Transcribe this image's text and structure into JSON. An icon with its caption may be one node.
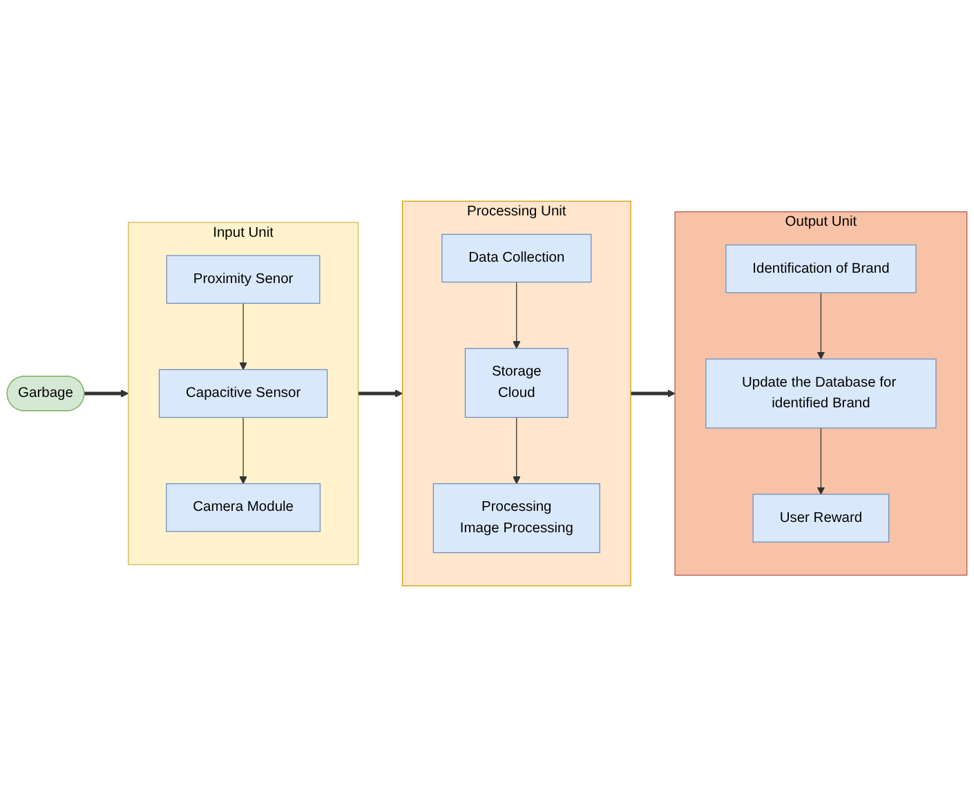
{
  "diagram": {
    "nodes": [
      {
        "text": [
          "Garbage"
        ]
      },
      {
        "text": [
          "Input Unit"
        ]
      },
      {
        "text": [
          "Proximity Senor"
        ],
        "in": 1
      },
      {
        "text": [
          "Capacitive Sensor"
        ],
        "in": 1
      },
      {
        "text": [
          "Camera Module"
        ],
        "in": 1
      },
      {
        "text": [
          "Processing Unit"
        ]
      },
      {
        "text": [
          "Data Collection"
        ],
        "in": 5
      },
      {
        "text": [
          "Storage",
          "Cloud"
        ],
        "in": 5
      },
      {
        "text": [
          "Processing",
          "Image Processing"
        ],
        "in": 5
      },
      {
        "text": [
          "Output Unit"
        ]
      },
      {
        "text": [
          "Identification of Brand"
        ],
        "in": 9
      },
      {
        "text": [
          "Update the Database for identified Brand"
        ],
        "in": 9
      },
      {
        "text": [
          "User Reward"
        ],
        "in": 9
      }
    ],
    "edges": [
      {
        "from": 0,
        "to": 1,
        "arrow": "to",
        "style": "thick"
      },
      {
        "from": 2,
        "to": 3,
        "arrow": "to"
      },
      {
        "from": 3,
        "to": 4,
        "arrow": "to"
      },
      {
        "from": 1,
        "to": 5,
        "arrow": "to",
        "style": "thick"
      },
      {
        "from": 6,
        "to": 7,
        "arrow": "to"
      },
      {
        "from": 7,
        "to": 8,
        "arrow": "to"
      },
      {
        "from": 5,
        "to": 9,
        "arrow": "to",
        "style": "thick"
      },
      {
        "from": 10,
        "to": 11,
        "arrow": "to"
      },
      {
        "from": 11,
        "to": 12,
        "arrow": "to"
      }
    ]
  }
}
